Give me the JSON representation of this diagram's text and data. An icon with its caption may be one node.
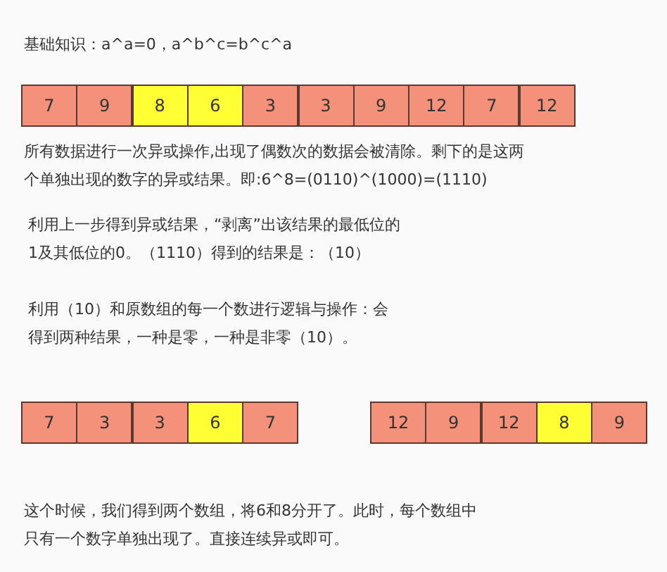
{
  "diagram": {
    "nodes": [
      {
        "text": [
          "7"
        ]
      },
      {
        "text": [
          "9"
        ]
      },
      {
        "text": [
          "8"
        ]
      },
      {
        "text": [
          "6"
        ]
      },
      {
        "text": [
          "3"
        ]
      },
      {
        "text": [
          "3"
        ]
      },
      {
        "text": [
          "9"
        ]
      },
      {
        "text": [
          "12"
        ]
      },
      {
        "text": [
          "7"
        ]
      },
      {
        "text": [
          "12"
        ]
      },
      {
        "text": [
          "7"
        ]
      },
      {
        "text": [
          "3"
        ]
      },
      {
        "text": [
          "3"
        ]
      },
      {
        "text": [
          "6"
        ]
      },
      {
        "text": [
          "7"
        ]
      },
      {
        "text": [
          "12"
        ]
      },
      {
        "text": [
          "9"
        ]
      },
      {
        "text": [
          "12"
        ]
      },
      {
        "text": [
          "8"
        ]
      },
      {
        "text": [
          "9"
        ]
      }
    ],
    "labels": [
      "基础知识：a^a=0，a^b^c=b^c^a",
      "所有数据进行一次异或操作,出现了偶数次的数据会被清除。剩下的是这两个单独出现的数字的异或结果。即:6^8=(0110)^(1000)=(1110)",
      "利用上一步得到异或结果，“剥离”出该结果的最低位的1及其低位的0。（1110）得到的结果是：（10）",
      "利用（10）和原数组的每一个数进行逻辑与操作：会得到两种结果，一种是零，一种是非零（10）。",
      "这个时候，我们得到两个数组，将6和8分开了。此时，每个数组中只有一个数字单独出现了。直接连续异或即可。"
    ]
  }
}
